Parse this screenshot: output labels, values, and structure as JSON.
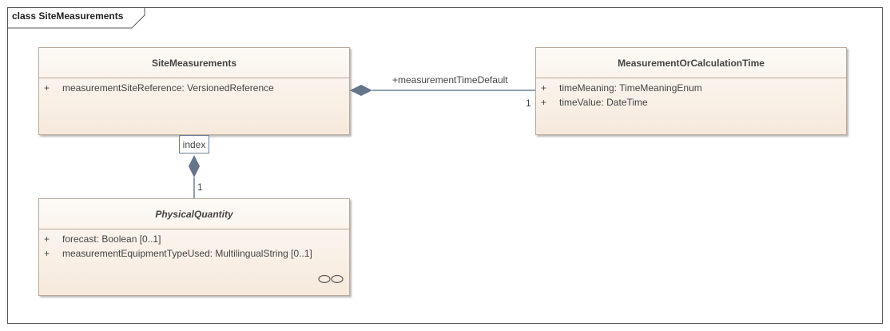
{
  "diagram": {
    "frame_label": "class SiteMeasurements"
  },
  "classes": [
    {
      "name": "SiteMeasurements",
      "abstract": false,
      "attributes": [
        {
          "visibility": "+",
          "text": "measurementSiteReference: VersionedReference"
        }
      ]
    },
    {
      "name": "MeasurementOrCalculationTime",
      "abstract": false,
      "attributes": [
        {
          "visibility": "+",
          "text": "timeMeaning: TimeMeaningEnum"
        },
        {
          "visibility": "+",
          "text": "timeValue: DateTime"
        }
      ]
    },
    {
      "name": "PhysicalQuantity",
      "abstract": true,
      "attributes": [
        {
          "visibility": "+",
          "text": "forecast: Boolean [0..1]"
        },
        {
          "visibility": "+",
          "text": "measurementEquipmentTypeUsed: MultilingualString [0..1]"
        }
      ]
    }
  ],
  "associations": [
    {
      "role": "+measurementTimeDefault",
      "multiplicity": "1",
      "kind": "composition"
    },
    {
      "qualifier": "index",
      "multiplicity": "1",
      "kind": "composition"
    }
  ],
  "colors": {
    "line": "#6e7f99",
    "diamond": "#66748c",
    "box_border": "#b9a99a"
  },
  "icons": {
    "physical_quantity": "linked-element-icon"
  }
}
